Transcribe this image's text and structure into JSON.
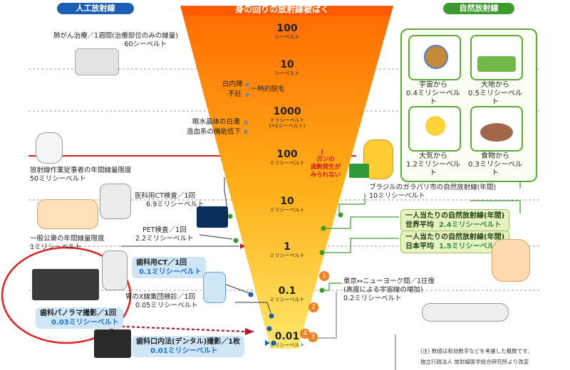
{
  "header": {
    "title": "身の回りの放射線被ばく",
    "left_tag": "人工放射線",
    "right_tag": "自然放射線"
  },
  "funnel_levels": [
    {
      "value": "100",
      "unit": "シーベルト"
    },
    {
      "value": "10",
      "unit": "シーベルト"
    },
    {
      "value": "1000",
      "unit": "ミリシーベルト",
      "sub": "(=1シーベルト)"
    },
    {
      "value": "100",
      "unit": "ミリシーベルト"
    },
    {
      "value": "10",
      "unit": "ミリシーベルト"
    },
    {
      "value": "1",
      "unit": "ミリシーベルト"
    },
    {
      "value": "0.1",
      "unit": "ミリシーベルト"
    },
    {
      "value": "0.01",
      "unit": "ミリシーベルト"
    }
  ],
  "funnel_side_labels": {
    "cataract": "白内障",
    "sterility": "不妊",
    "hair_loss": "一時的脱毛",
    "lens_opacity": "眼水晶体の白濁",
    "blood_decline": "造血系の機能低下",
    "cancer_note_1": "ガンの",
    "cancer_note_2": "過剰発生が",
    "cancer_note_3": "みられない"
  },
  "left_items": {
    "lung_cancer_line1": "肺がん治療／1週間(治療部位のみの線量)",
    "lung_cancer_line2": "60シーベルト",
    "worker_line1": "放射線作業従事者の年間線量限度",
    "worker_line2": "50ミリシーベルト",
    "ct_line1": "医科用CT検査／1回",
    "ct_line2": "6.9ミリシーベルト",
    "pet_line1": "PET検査／1回",
    "pet_line2": "2.2ミリシーベルト",
    "public_line1": "一般公衆の年間線量限度",
    "public_line2": "1ミリシーベルト",
    "dental_ct_line1": "歯科用CT／1回",
    "dental_ct_line2": "0.1ミリシーベルト",
    "stomach_xray_line1": "胃のX線集団検診／1回",
    "stomach_xray_line2": "0.05ミリシーベルト",
    "panorama_line1": "歯科パノラマ撮影／1回",
    "panorama_line2": "0.03ミリシーベルト",
    "dental_intraoral_line1": "歯科口内法(デンタル)撮影／1枚",
    "dental_intraoral_line2": "0.01ミリシーベルト"
  },
  "right_items": {
    "space_line1": "宇宙から",
    "space_line2": "0.4ミリシーベルト",
    "earth_line1": "大地から",
    "earth_line2": "0.5ミリシーベルト",
    "air_line1": "大気から",
    "air_line2": "1.2ミリシーベルト",
    "food_line1": "食物から",
    "food_line2": "0.3ミリシーベルト",
    "brazil_line1": "ブラジルのガラパリ市の自然放射線(年間)",
    "brazil_line2": "10ミリシーベルト",
    "world_line1": "一人当たりの自然放射線(年間)",
    "world_line2_label": "世界平均",
    "world_line2_value": "2.4ミリシーベルト",
    "japan_line1": "一人当たりの自然放射線(年間)",
    "japan_line2_label": "日本平均",
    "japan_line2_value": "1.5ミリシーベルト",
    "flight_line1": "東京↔ニューヨーク間／1往復",
    "flight_line2": "(高度による宇宙線の増加)",
    "flight_line3": "0.2ミリシーベルト"
  },
  "markers": [
    "1",
    "2",
    "3",
    "4"
  ],
  "notes": {
    "note1": "(注) 数値は有効数字などを考慮した概数です。",
    "note2": "独立行政法人 放射線医学総合研究所より改変"
  },
  "colors": {
    "pill_blue": "#1a5fb4",
    "pill_green": "#3d9a2e",
    "funnel_top": "#ff6a00",
    "funnel_bottom": "#ffe76a",
    "red_circle": "#e02020",
    "dash_line": "#b0162c"
  }
}
